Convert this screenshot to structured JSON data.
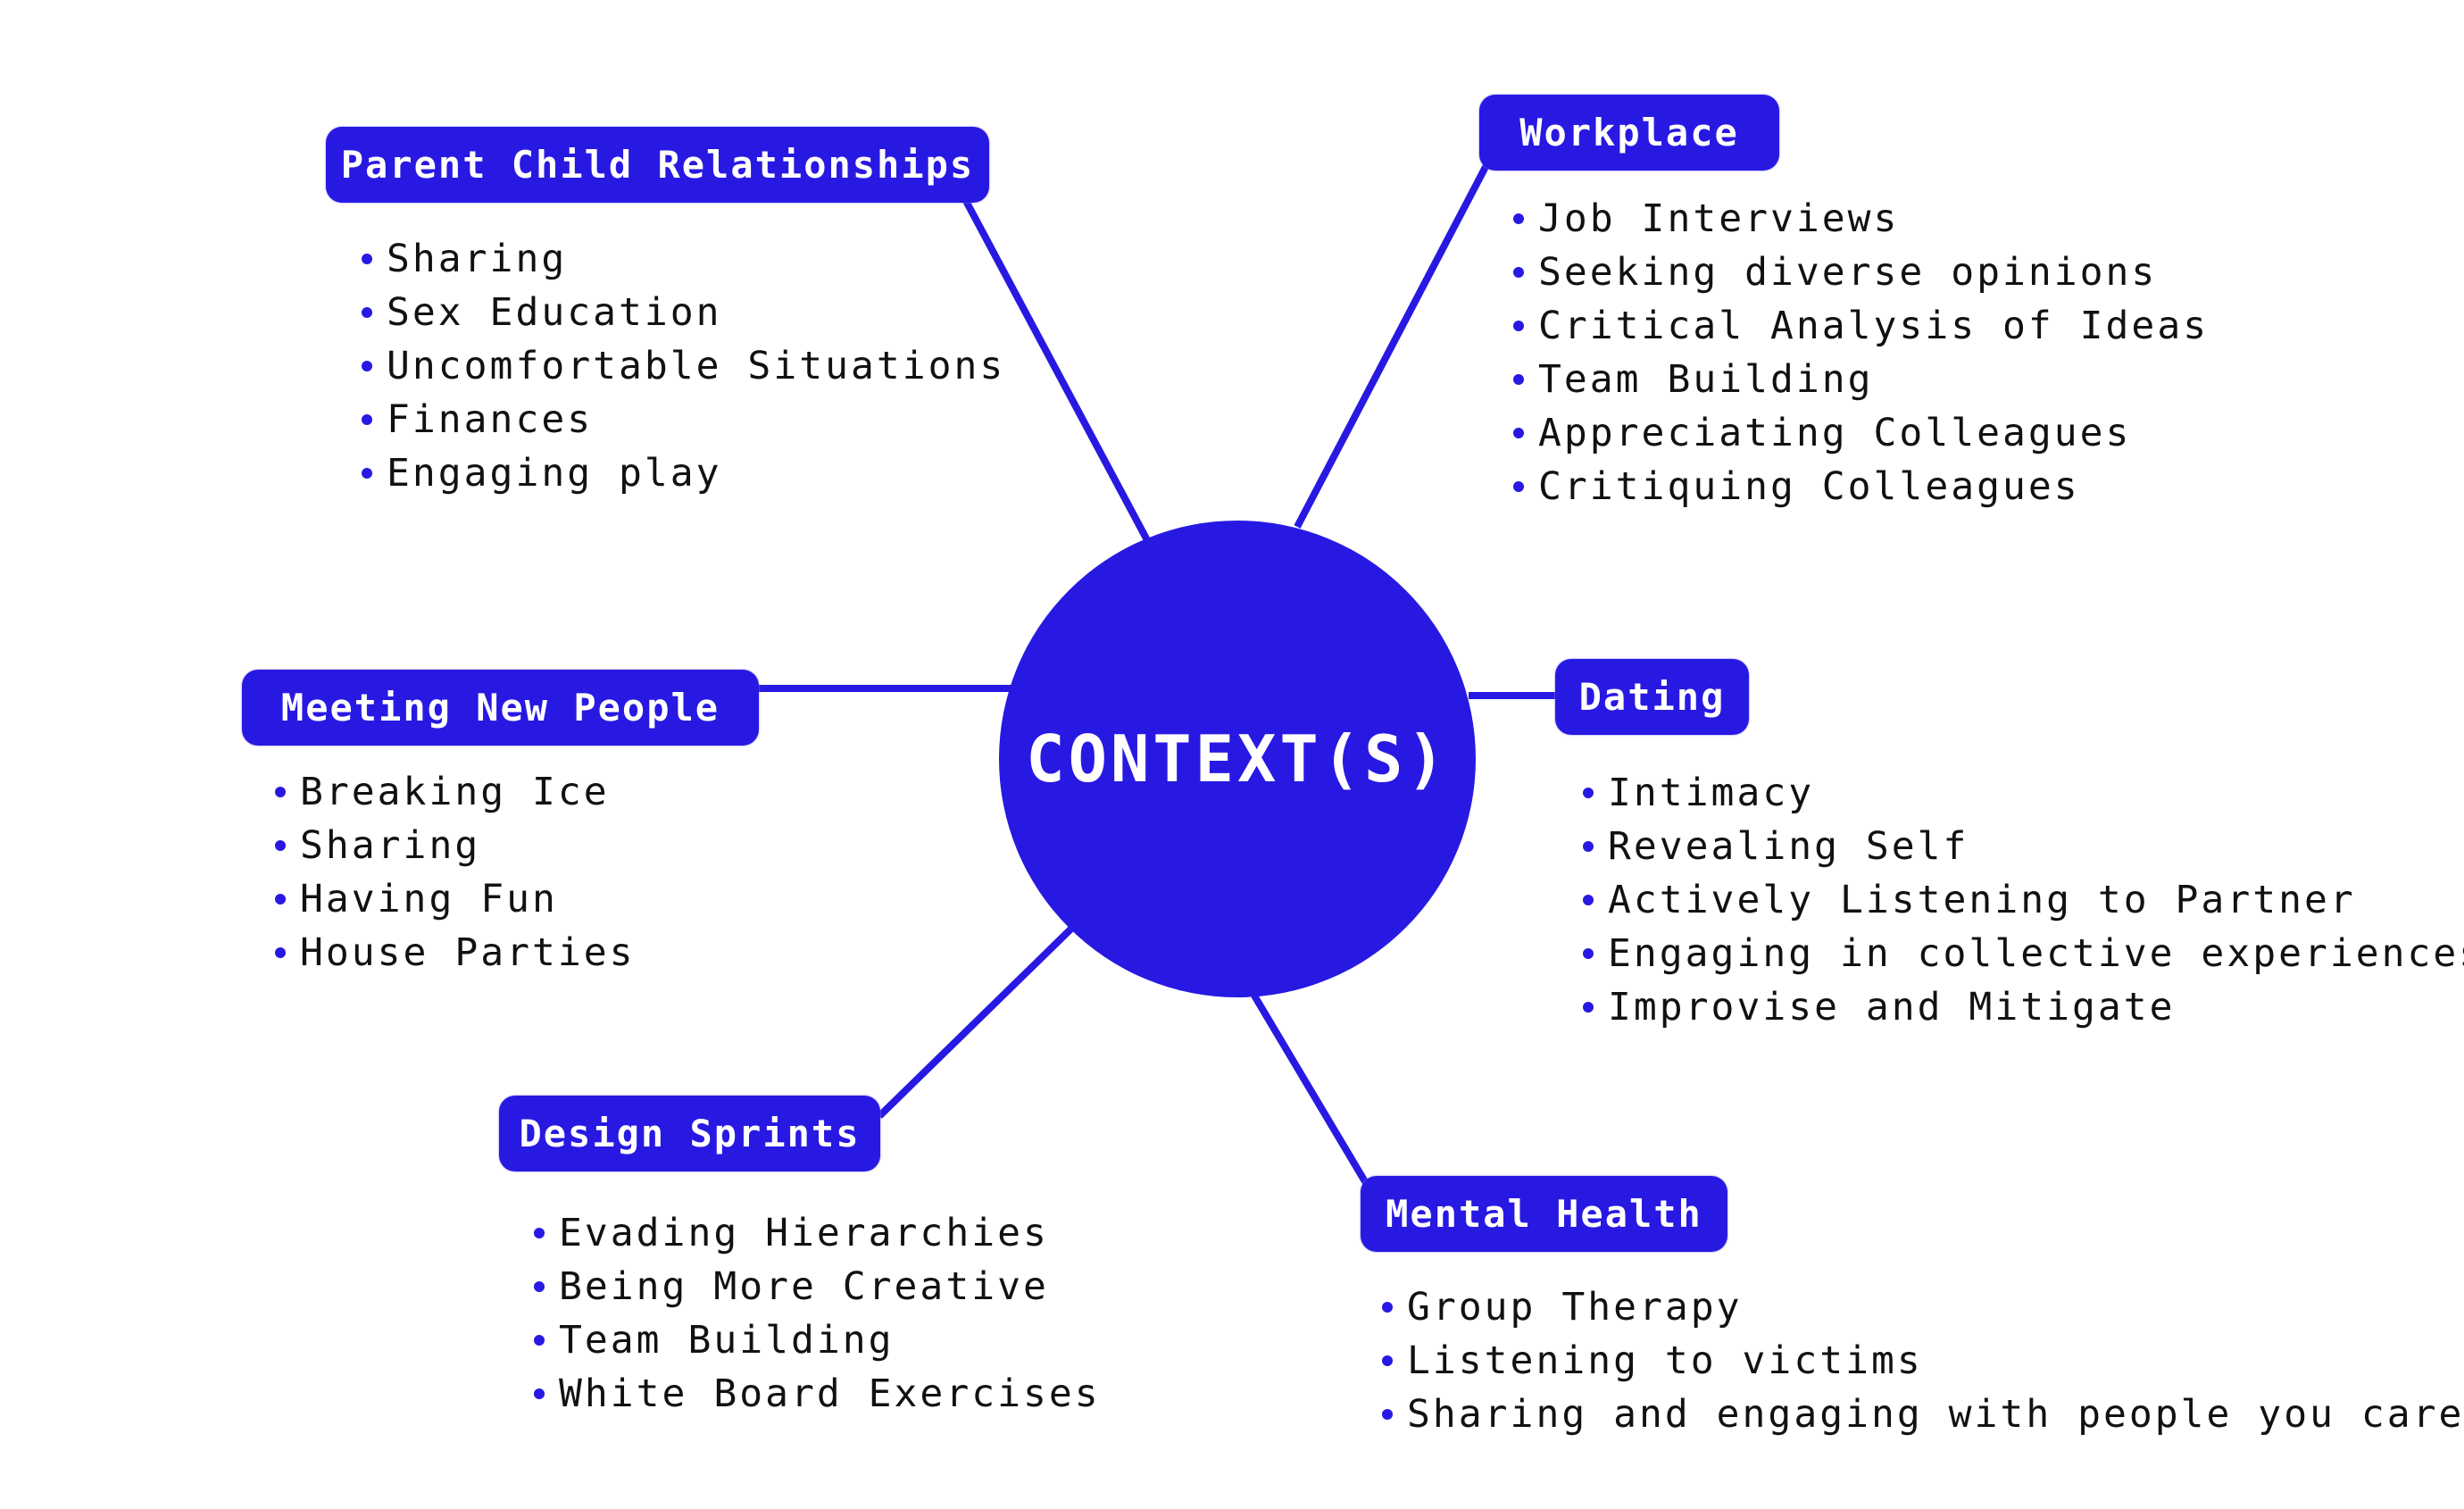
{
  "accent_color": "#2819e2",
  "center": {
    "label": "CONTEXT(S)"
  },
  "branches": [
    {
      "id": "parent",
      "title": "Parent Child Relationships",
      "items": [
        "Sharing",
        "Sex Education",
        "Uncomfortable Situations",
        "Finances",
        "Engaging play"
      ]
    },
    {
      "id": "workplace",
      "title": "Workplace",
      "items": [
        "Job Interviews",
        "Seeking diverse opinions",
        "Critical Analysis of Ideas",
        "Team Building",
        "Appreciating Colleagues",
        "Critiquing Colleagues"
      ]
    },
    {
      "id": "meeting",
      "title": "Meeting New People",
      "items": [
        "Breaking Ice",
        "Sharing",
        "Having Fun",
        "House Parties"
      ]
    },
    {
      "id": "dating",
      "title": "Dating",
      "items": [
        "Intimacy",
        "Revealing Self",
        "Actively Listening to Partner",
        "Engaging in collective experiences",
        "Improvise and Mitigate"
      ]
    },
    {
      "id": "design",
      "title": "Design Sprints",
      "items": [
        "Evading Hierarchies",
        "Being More Creative",
        "Team Building",
        "White Board Exercises"
      ]
    },
    {
      "id": "mental",
      "title": "Mental Health",
      "items": [
        "Group Therapy",
        "Listening to victims",
        "Sharing and engaging with people you care"
      ]
    }
  ]
}
